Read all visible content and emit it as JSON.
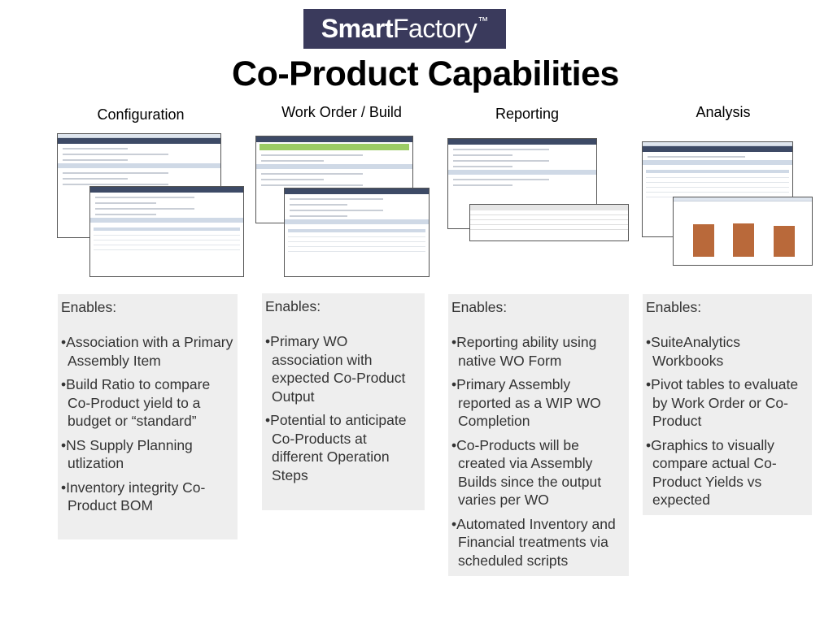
{
  "logo": {
    "bold": "Smart",
    "regular": "Factory",
    "tm": "™"
  },
  "title": "Co-Product Capabilities",
  "columns": [
    {
      "heading": "Configuration",
      "enables": "Enables:",
      "bullets": [
        "Association with a Primary Assembly Item",
        "Build Ratio to compare Co-Product yield to a budget or “standard”",
        "NS Supply Planning utlization",
        "Inventory integrity Co-Product BOM"
      ]
    },
    {
      "heading": "Work Order / Build",
      "enables": "Enables:",
      "bullets": [
        "Primary WO association with expected Co-Product Output",
        "Potential to anticipate Co-Products at different Operation Steps"
      ]
    },
    {
      "heading": "Reporting",
      "enables": "Enables:",
      "bullets": [
        "Reporting ability using native WO Form",
        "Primary Assembly reported as a  WIP WO Completion",
        "Co-Products will be created via Assembly Builds since the output varies per WO",
        "Automated Inventory and Financial treatments via scheduled scripts"
      ]
    },
    {
      "heading": "Analysis",
      "enables": "Enables:",
      "bullets": [
        "SuiteAnalytics Workbooks",
        "Pivot tables to evaluate by Work Order or Co-Product",
        "Graphics to visually compare actual Co-Product Yields vs expected"
      ]
    }
  ],
  "analysis_chart": {
    "bars": [
      0.72,
      0.74,
      0.7
    ]
  }
}
